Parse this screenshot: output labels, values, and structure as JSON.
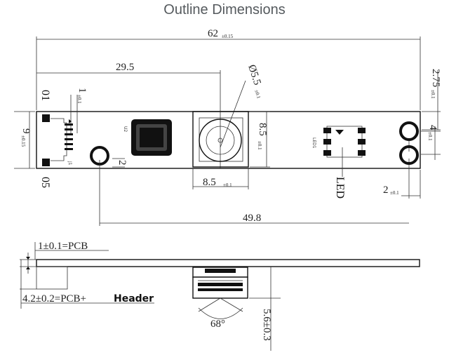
{
  "title": "Outline Dimensions",
  "dimensions": {
    "length_total": "62",
    "length_total_tol": "±0.15",
    "to_lens_center": "29.5",
    "lens_diameter": "Ø5.5",
    "lens_diameter_tol": "±0.1",
    "hole_pitch_right": "2.75",
    "hole_pitch_right_tol": "±0.1",
    "header_margin": "1",
    "header_margin_tol": "±0.1",
    "board_height": "9",
    "board_height_tol": "±0.15",
    "module_height": "8.5",
    "module_height_tol": "±0.1",
    "module_width": "8.5",
    "module_width_tol": "±0.1",
    "hole_spacing": "4",
    "hole_spacing_tol": "±0.1",
    "hole_offset": "2",
    "hole_offset_tol": "±0.1",
    "left_hole_gap": "2",
    "hole_to_hole": "49.8",
    "angle": "68°",
    "height_camera": "5.6±0.3",
    "pcb_thickness": "1±0.1=PCB",
    "pcb_header_prefix": "4.2±0.2=PCB+",
    "pcb_header_bold": "Header"
  },
  "labels": {
    "pin_top": "01",
    "pin_bottom": "05",
    "led": "LED",
    "silk_u2": "U2",
    "silk_j1": "J1",
    "silk_led1": "LED1"
  }
}
